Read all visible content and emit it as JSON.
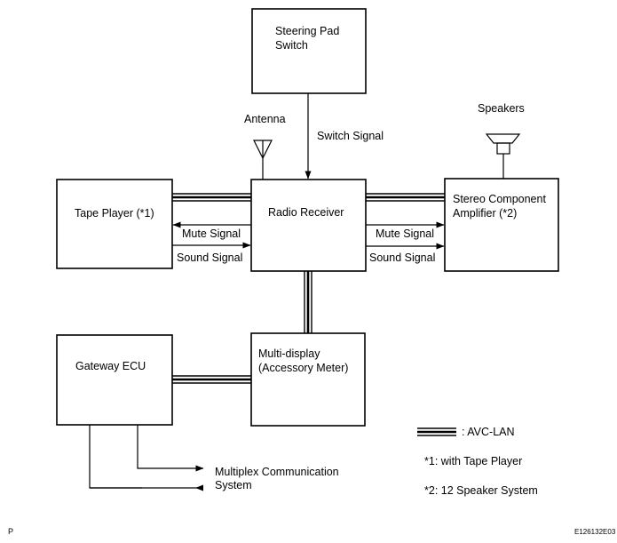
{
  "blocks": {
    "steering_pad_switch": [
      "Steering Pad",
      "Switch"
    ],
    "tape_player": "Tape Player (*1)",
    "radio_receiver": "Radio Receiver",
    "stereo_amplifier": [
      "Stereo Component",
      "Amplifier (*2)"
    ],
    "gateway_ecu": "Gateway ECU",
    "multi_display": [
      "Multi-display",
      "(Accessory Meter)"
    ]
  },
  "components": {
    "antenna": "Antenna",
    "speakers": "Speakers"
  },
  "signals": {
    "switch_signal": "Switch Signal",
    "mute_left": "Mute Signal",
    "sound_left": "Sound Signal",
    "mute_right": "Mute Signal",
    "sound_right": "Sound Signal",
    "multiplex": [
      "Multiplex Communication",
      "System"
    ]
  },
  "legend": {
    "avc_lan": ": AVC-LAN",
    "note1": "*1: with Tape Player",
    "note2": "*2: 12 Speaker System"
  },
  "footer": {
    "left_mark": "P",
    "code": "E126132E03"
  },
  "colors": {
    "line": "#000000",
    "background": "#ffffff"
  }
}
